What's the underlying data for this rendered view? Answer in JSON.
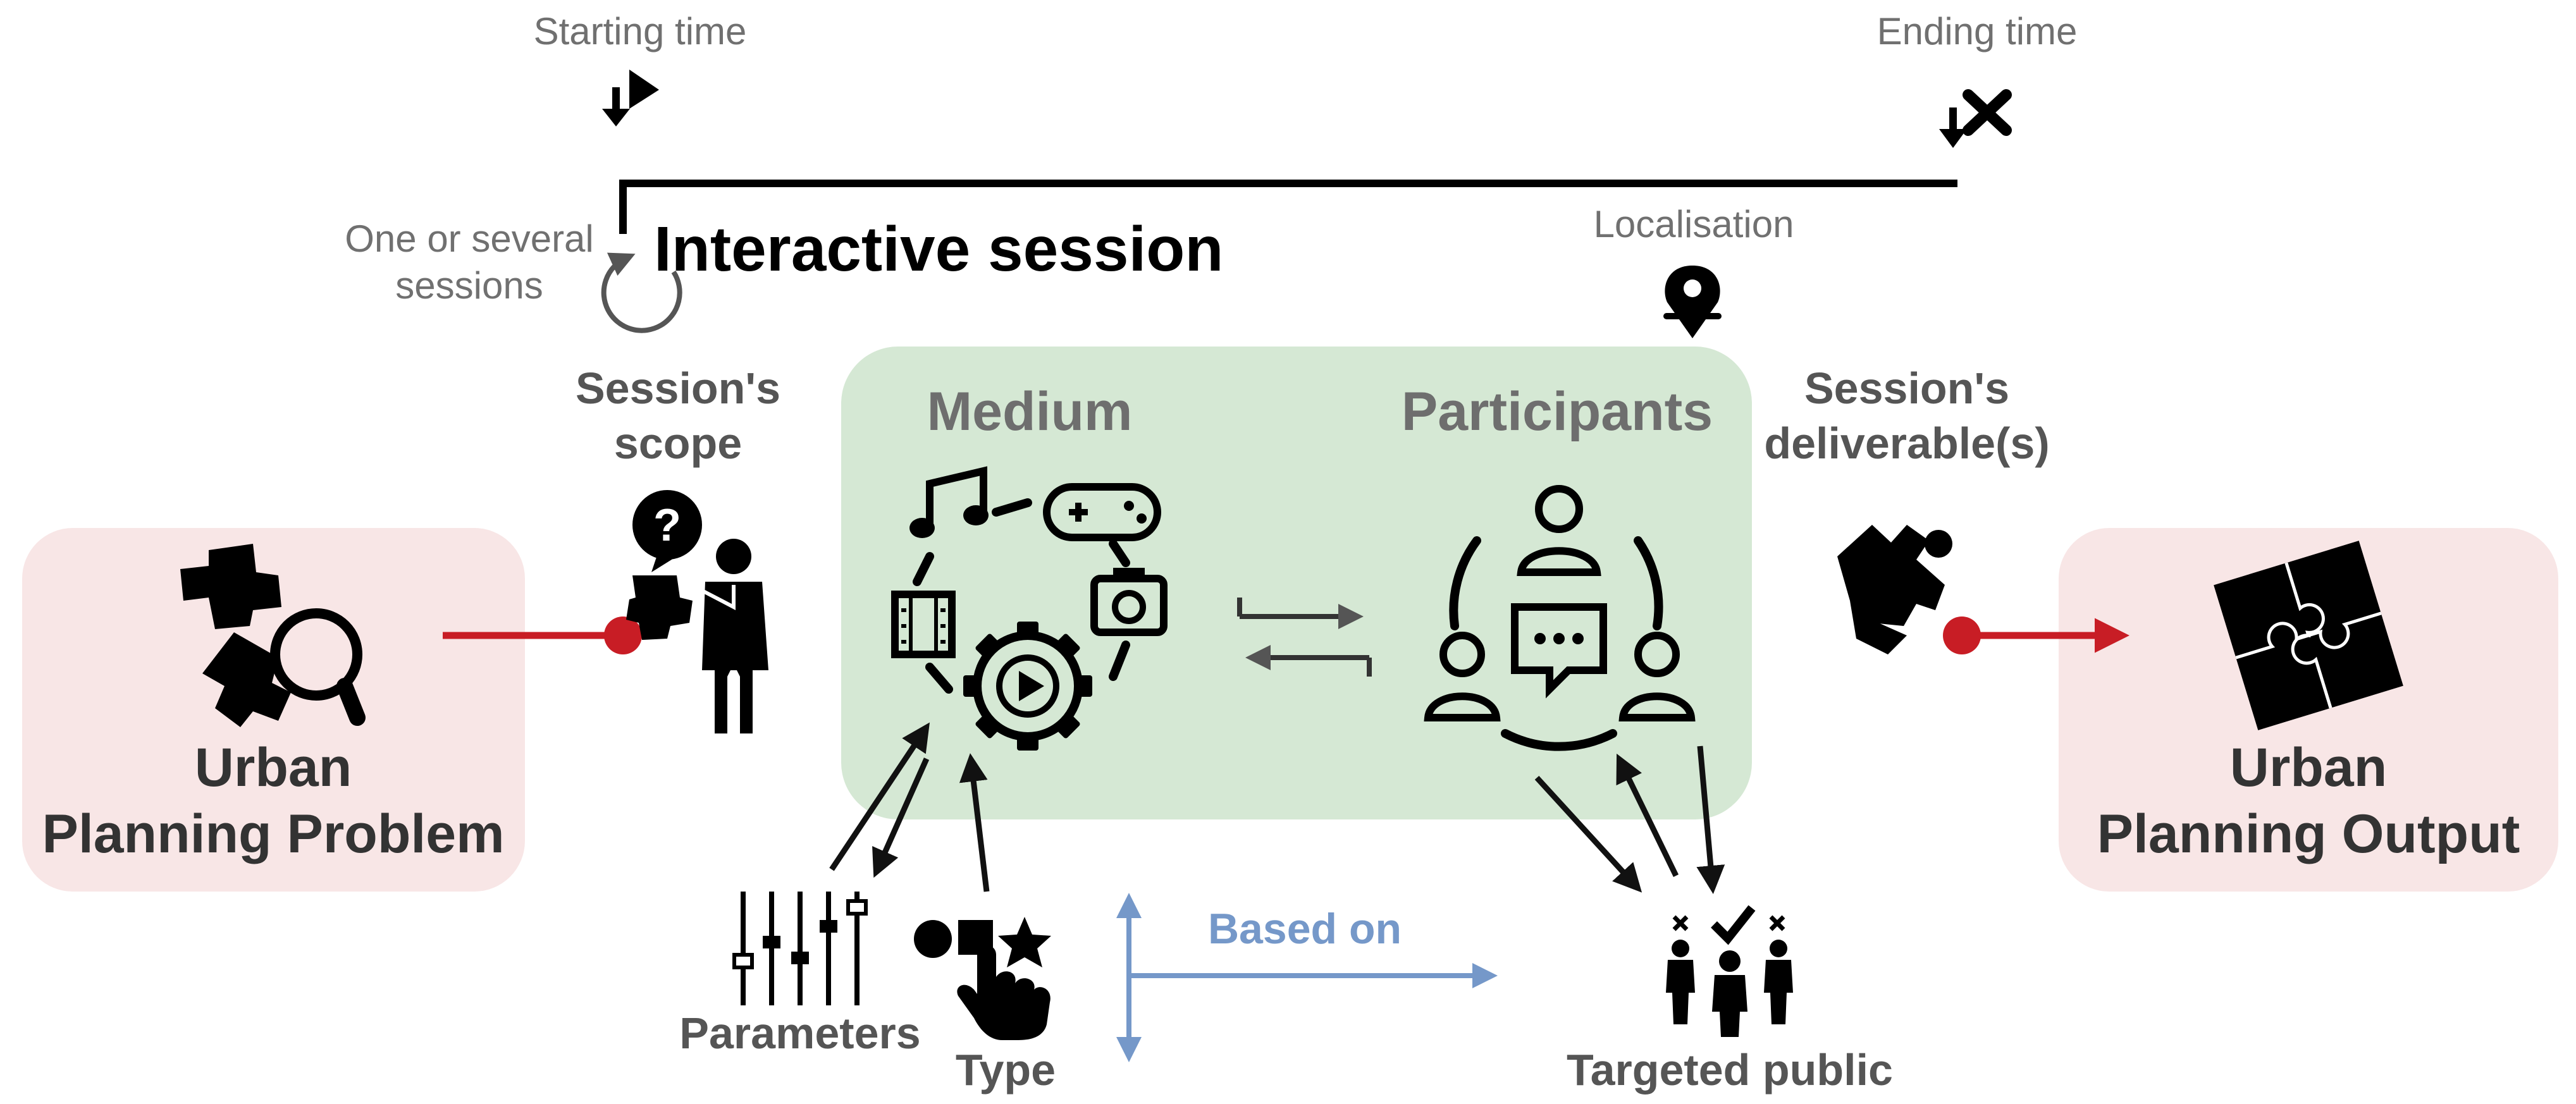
{
  "timeline": {
    "start_label": "Starting time",
    "end_label": "Ending time",
    "title": "Interactive session",
    "sessions_label_line1": "One or several",
    "sessions_label_line2": "sessions",
    "localisation_label": "Localisation"
  },
  "left_box": {
    "line1": "Urban",
    "line2": "Planning Problem"
  },
  "right_box": {
    "line1": "Urban",
    "line2": "Planning Output"
  },
  "scope": {
    "line1": "Session's",
    "line2": "scope"
  },
  "deliverable": {
    "line1": "Session's",
    "line2": "deliverable(s)"
  },
  "medium": {
    "title": "Medium"
  },
  "participants": {
    "title": "Participants"
  },
  "bottom": {
    "parameters_label": "Parameters",
    "type_label": "Type",
    "based_on_label": "Based on",
    "targeted_public_label": "Targeted public"
  },
  "colors": {
    "problem_box": "#f8e6e6",
    "session_box": "#d5e8d4",
    "connector_red": "#c81d25",
    "based_on_blue": "#7598c9"
  },
  "icons": [
    "puzzle-magnifier-icon",
    "question-person-icon",
    "music-icon",
    "gamepad-icon",
    "film-icon",
    "camera-icon",
    "gear-play-icon",
    "exchange-arrows-icon",
    "meeting-people-icon",
    "hand-puzzle-icon",
    "puzzle-square-icon",
    "sliders-icon",
    "shapes-hand-icon",
    "vote-people-icon",
    "start-time-icon",
    "end-time-icon",
    "repeat-icon",
    "location-pin-icon"
  ]
}
